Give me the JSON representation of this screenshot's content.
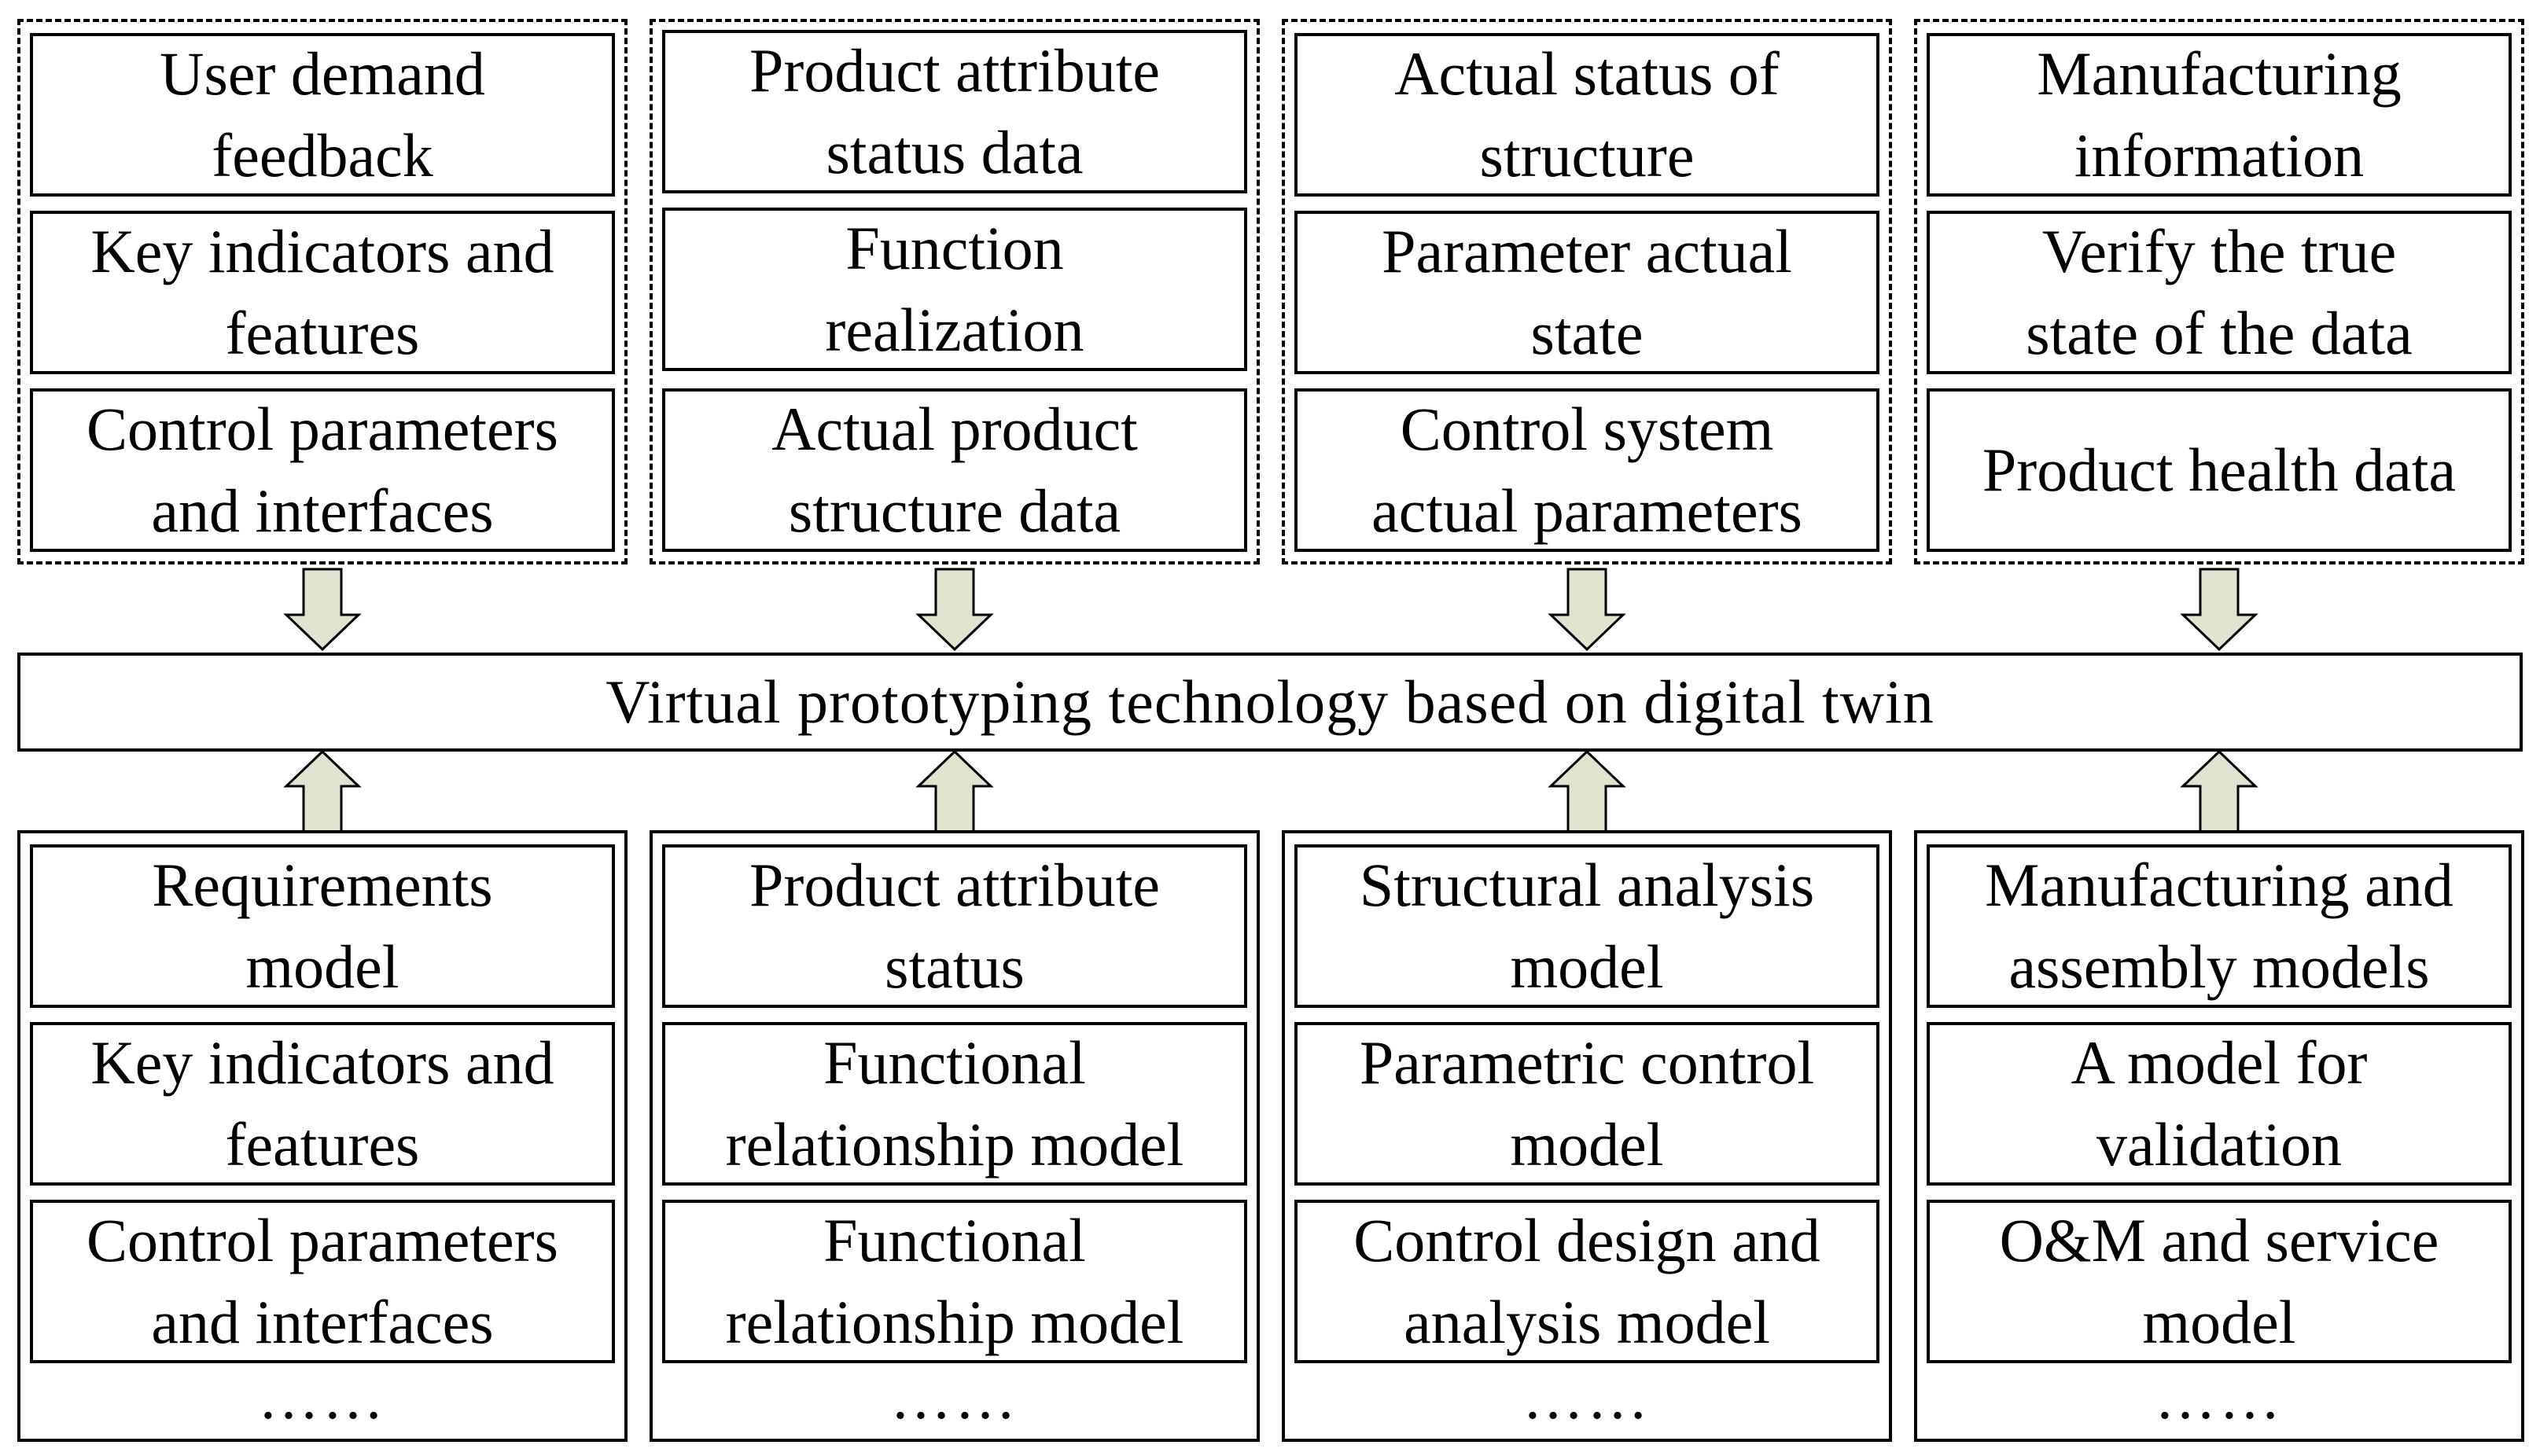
{
  "center_label": "Virtual prototyping technology based on digital twin",
  "colors": {
    "arrow_fill": "#dfe3cf",
    "border": "#000000"
  },
  "top_groups": [
    {
      "items": [
        "User demand\nfeedback",
        "Key indicators and\nfeatures",
        "Control parameters\nand interfaces"
      ]
    },
    {
      "items": [
        "Product attribute\nstatus data",
        "Function\nrealization",
        "Actual product\nstructure data"
      ]
    },
    {
      "items": [
        "Actual status of\nstructure",
        "Parameter actual\nstate",
        "Control system\nactual parameters"
      ]
    },
    {
      "items": [
        "Manufacturing\ninformation",
        "Verify the true\nstate of the data",
        "Product health data"
      ]
    }
  ],
  "bottom_groups": [
    {
      "items": [
        "Requirements\nmodel",
        "Key indicators and\nfeatures",
        "Control parameters\nand interfaces"
      ],
      "ellipsis": "……"
    },
    {
      "items": [
        "Product attribute\nstatus",
        "Functional\nrelationship model",
        "Functional\nrelationship model"
      ],
      "ellipsis": "……"
    },
    {
      "items": [
        "Structural analysis\nmodel",
        "Parametric control\nmodel",
        "Control design and\nanalysis model"
      ],
      "ellipsis": "……"
    },
    {
      "items": [
        "Manufacturing and\nassembly models",
        "A model for\nvalidation",
        "O&M and service\nmodel"
      ],
      "ellipsis": "……"
    }
  ]
}
